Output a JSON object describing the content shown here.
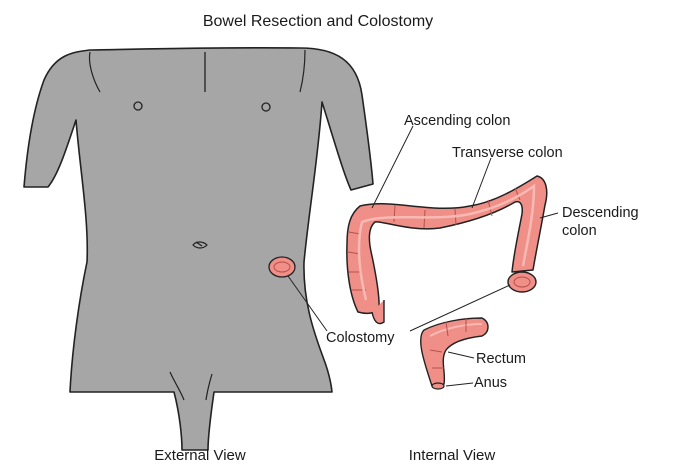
{
  "title": "Bowel Resection and Colostomy",
  "labels": {
    "ascending_colon": "Ascending colon",
    "transverse_colon": "Transverse colon",
    "descending_colon_line1": "Descending",
    "descending_colon_line2": "colon",
    "colostomy": "Colostomy",
    "rectum": "Rectum",
    "anus": "Anus"
  },
  "captions": {
    "external": "External View",
    "internal": "Internal View"
  },
  "colors": {
    "body_fill": "#a6a6a6",
    "outline": "#222222",
    "organ_fill": "#ef8f88",
    "organ_inner": "#f7b9b3"
  }
}
